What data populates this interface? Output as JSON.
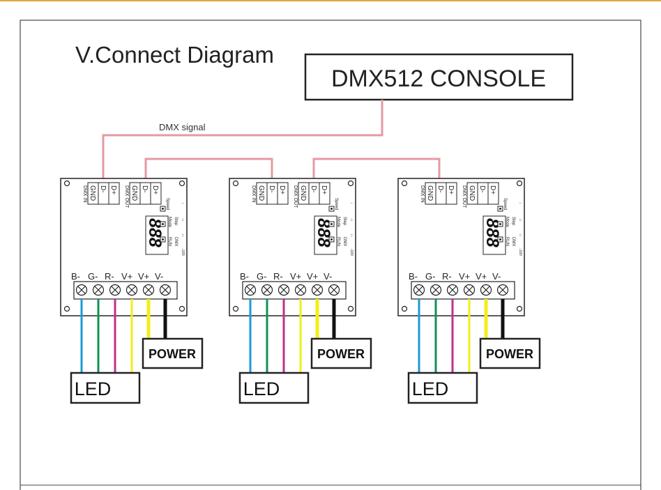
{
  "title": "V.Connect Diagram",
  "console_label": "DMX512 CONSOLE",
  "signal_label": "DMX  signal",
  "controller": {
    "dmx_in_label": "DMX IN",
    "dmx_out_label": "DMX OUT",
    "in_pins": [
      "GND",
      "D-",
      "D+"
    ],
    "out_pins": [
      "GND",
      "D-",
      "D+"
    ],
    "side_labels": [
      "Speed",
      "Mode",
      "Step",
      "RUN",
      "DMX"
    ],
    "side_small": [
      "↓",
      "↓↓",
      "↓↓",
      "↓100"
    ],
    "display_digits": "888",
    "terminals": [
      "B-",
      "G-",
      "R-",
      "V+",
      "V+",
      "V-"
    ]
  },
  "power_label": "POWER",
  "led_label": "LED",
  "colors": {
    "wire_b": "#1a9bd7",
    "wire_g": "#109050",
    "wire_r": "#c0308a",
    "wire_v": "#f2ee1a",
    "wire_gnd": "#111111",
    "signal": "#e59aa2",
    "outline": "#222222",
    "page_border": "#e0a73a"
  }
}
